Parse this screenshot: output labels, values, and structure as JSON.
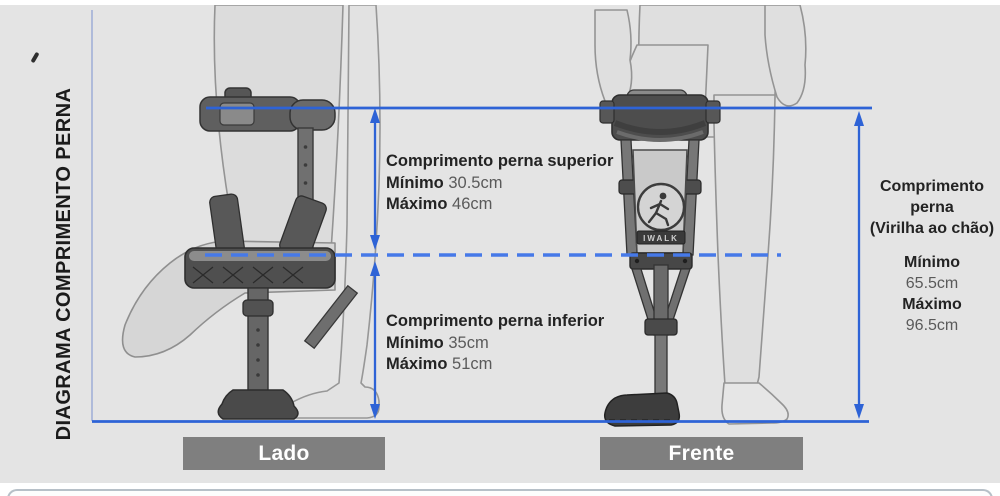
{
  "page": {
    "title_vertical": "DIAGRAMA COMPRIMENTO PERNA"
  },
  "annotations": {
    "upper_segment": {
      "title": "Comprimento perna superior",
      "min_label": "Mínimo",
      "min_value": "30.5cm",
      "max_label": "Máximo",
      "max_value": "46cm"
    },
    "lower_segment": {
      "title": "Comprimento perna inferior",
      "min_label": "Mínimo",
      "min_value": "35cm",
      "max_label": "Máximo",
      "max_value": "51cm"
    },
    "total_segment": {
      "title_line1": "Comprimento",
      "title_line2": "perna",
      "title_line3": "(Virilha ao chão)",
      "min_label": "Mínimo",
      "min_value": "65.5cm",
      "max_label": "Máximo",
      "max_value": "96.5cm"
    }
  },
  "view_labels": {
    "side": "Lado",
    "front": "Frente"
  },
  "device": {
    "brand": "IWALK"
  },
  "colors": {
    "background": "#e4e4e4",
    "measure_blue": "#2e63d6",
    "dashed_blue": "#4679e8",
    "frame_blue_light": "#a9b6d8",
    "label_bar_gray": "#7f7f7f",
    "text_dark": "#232323",
    "value_gray": "#5a5a5a"
  }
}
